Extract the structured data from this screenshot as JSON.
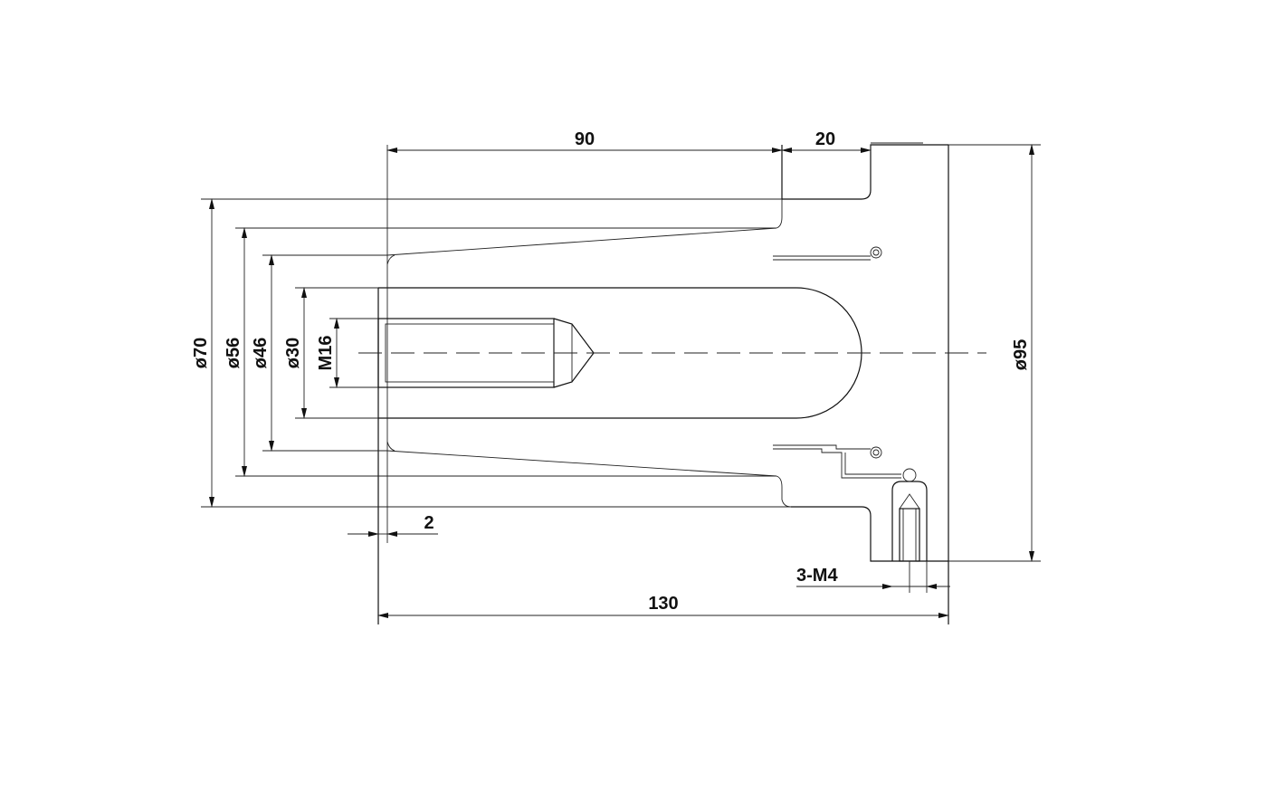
{
  "dimensions": {
    "length_90": "90",
    "length_20": "20",
    "length_130": "130",
    "gap_2": "2",
    "dia_70": "ø70",
    "dia_56": "ø56",
    "dia_46": "ø46",
    "dia_30": "ø30",
    "thread_m16": "M16",
    "dia_95": "ø95",
    "thread_3m4": "3-M4"
  }
}
